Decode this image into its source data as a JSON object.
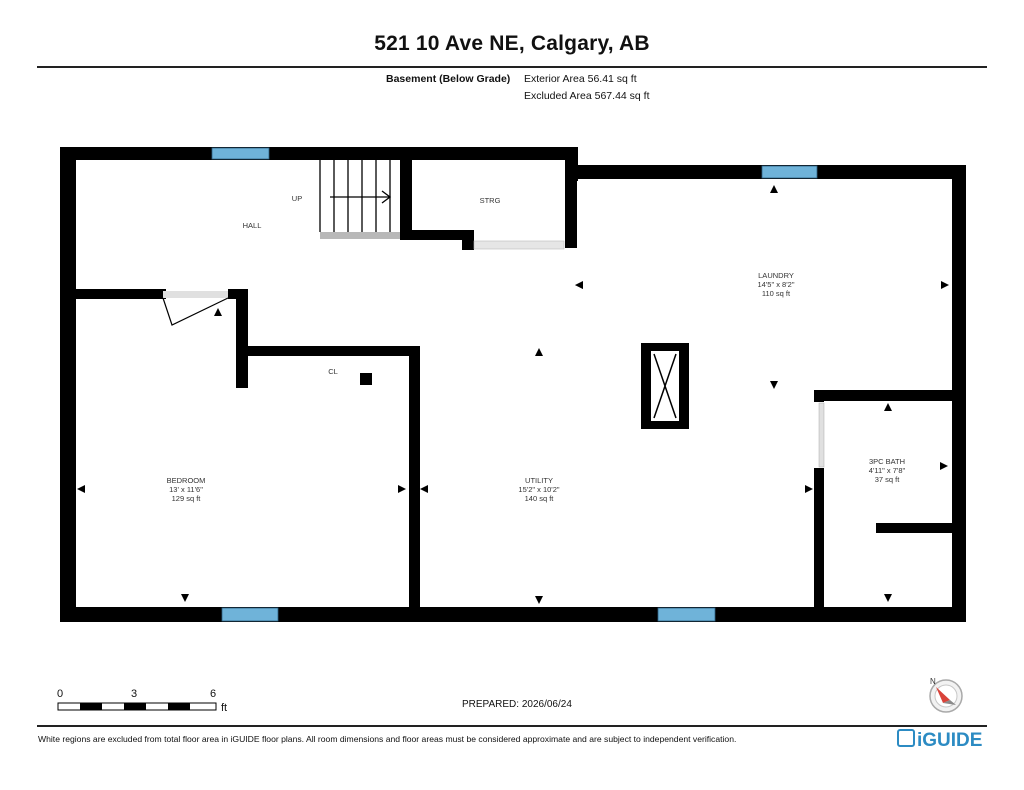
{
  "header": {
    "title": "521 10 Ave NE, Calgary, AB",
    "level": "Basement (Below Grade)",
    "exterior_area": "Exterior Area 56.41 sq ft",
    "excluded_area": "Excluded Area 567.44 sq ft"
  },
  "rooms": {
    "hall": {
      "name": "HALL"
    },
    "up": {
      "name": "UP"
    },
    "strg": {
      "name": "STRG"
    },
    "laundry": {
      "name": "LAUNDRY",
      "dims": "14'5\" x 8'2\"",
      "area": "110 sq ft"
    },
    "closet": {
      "name": "CL"
    },
    "bedroom": {
      "name": "BEDROOM",
      "dims": "13' x 11'6\"",
      "area": "129 sq ft"
    },
    "utility": {
      "name": "UTILITY",
      "dims": "15'2\" x 10'2\"",
      "area": "140 sq ft"
    },
    "bath": {
      "name": "3PC BATH",
      "dims": "4'11\" x 7'8\"",
      "area": "37 sq ft"
    }
  },
  "scale": {
    "ticks": [
      "0",
      "3",
      "6"
    ],
    "unit": "ft"
  },
  "prepared": "PREPARED: 2026/06/24",
  "compass": {
    "label": "N"
  },
  "footer": {
    "disclaimer": "White regions are excluded from total floor area in iGUIDE floor plans. All room dimensions and floor areas must be considered approximate and are subject to independent verification.",
    "brand": "iGUIDE"
  },
  "colors": {
    "wall": "#000000",
    "window": "#6fb3d9",
    "accent": "#2c8bc3"
  }
}
